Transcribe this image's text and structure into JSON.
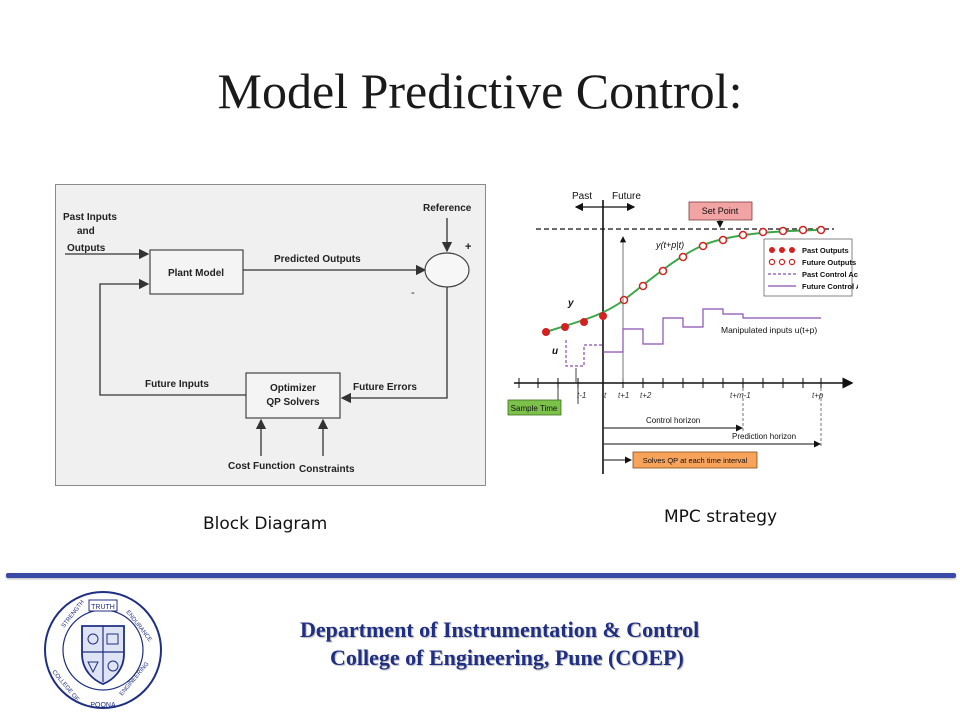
{
  "slide": {
    "title": "Model Predictive Control:"
  },
  "block_diagram": {
    "caption": "Block Diagram",
    "input_label": [
      "Past Inputs",
      "and",
      "Outputs"
    ],
    "reference_label": "Reference",
    "plus_sign": "+",
    "minus_sign": "-",
    "plant_model": "Plant Model",
    "predicted_outputs": "Predicted Outputs",
    "optimizer": [
      "Optimizer",
      "QP Solvers"
    ],
    "future_inputs": "Future Inputs",
    "future_errors": "Future Errors",
    "cost_function": "Cost Function",
    "constraints": "Constraints"
  },
  "mpc_strategy": {
    "caption": "MPC strategy",
    "past": "Past",
    "future": "Future",
    "set_point": "Set Point",
    "y_pred_label": "y(t+p|t)",
    "y_label": "y",
    "u_label": "u",
    "manipulated_inputs": "Manipulated inputs u(t+p)",
    "legend": [
      "Past Outputs",
      "Future Outputs",
      "Past Control Action",
      "Future Control Action"
    ],
    "sample_time": "Sample Time",
    "ticks": [
      "t-1",
      "t",
      "t+1",
      "t+2",
      "t+m-1",
      "t+p"
    ],
    "control_horizon": "Control horizon",
    "prediction_horizon": "Prediction horizon",
    "solves_qp": "Solves QP at each time interval",
    "colors": {
      "past_output": "#d42020",
      "trajectory": "#3aa84a",
      "future_control": "#8a4fb5",
      "set_point_box": "#f2a3a3",
      "sample_time_box": "#7cc24a",
      "solves_box": "#f7a35c"
    }
  },
  "footer": {
    "department": "Department of Instrumentation & Control",
    "college": "College of Engineering, Pune (COEP)",
    "emblem_text": [
      "TRUTH",
      "STRENGTH",
      "ENDURANCE",
      "COLLEGE OF",
      "ENGINEERING",
      "POONA"
    ]
  }
}
